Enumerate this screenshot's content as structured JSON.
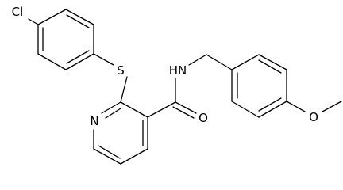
{
  "molecule": {
    "atoms": {
      "cl": "Cl",
      "s": "S",
      "nh": "HN",
      "o_carbonyl": "O",
      "n_pyridine": "N",
      "o_methoxy": "O"
    }
  },
  "colors": {
    "bond": "#000000",
    "label": "#000000",
    "background": "#ffffff"
  }
}
